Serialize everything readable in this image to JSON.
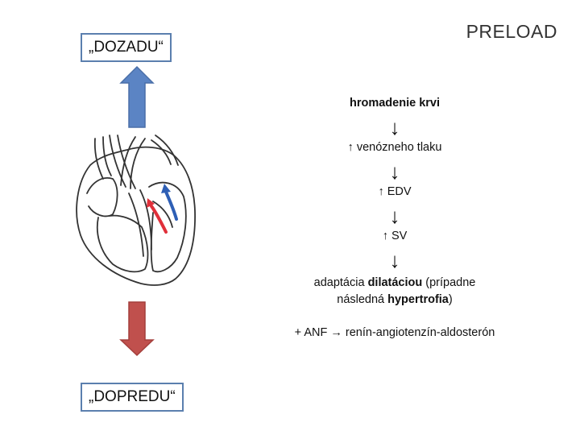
{
  "title": "PRELOAD",
  "labels": {
    "backward": "„DOZADU“",
    "forward": "„DOPREDU“"
  },
  "flow": {
    "step1": "hromadenie krvi",
    "step2": "↑ venózneho tlaku",
    "step3": "↑ EDV",
    "step4": "↑ SV",
    "step5_a": "adaptácia ",
    "step5_b": "dilatáciou",
    "step5_c": " (prípadne",
    "step5_d": "následná ",
    "step5_e": "hypertrofia",
    "step5_f": ")",
    "step6_a": "+ ANF ",
    "step6_b": " renín-angiotenzín-aldosterón",
    "down_glyph": "↓",
    "right_glyph": "→"
  },
  "colors": {
    "blue_arrow": "#5b84c4",
    "red_arrow": "#c0504d",
    "box_border": "#5b7fae",
    "heart_blue": "#2e5fb5",
    "heart_red": "#e0303a"
  }
}
